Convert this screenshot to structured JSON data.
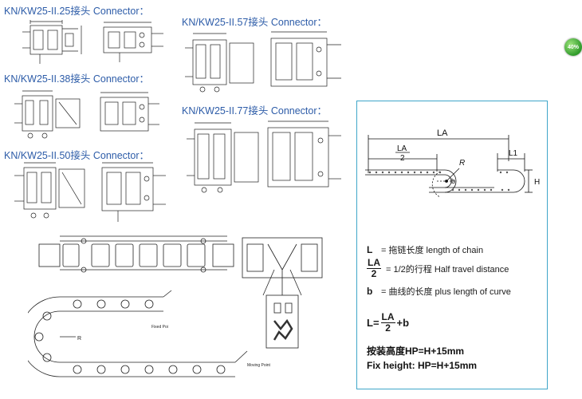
{
  "headings": {
    "h25": "KN/KW25-II.25接头 Connector：",
    "h57": "KN/KW25-II.57接头 Connector：",
    "h38": "KN/KW25-II.38接头 Connector：",
    "h77": "KN/KW25-II.77接头 Connector：",
    "h50": "KN/KW25-II.50接头 Connector："
  },
  "badge": "40%",
  "drawing_labels": {
    "fixed_point": "Fixed Poi",
    "moving_point": "Moving Point",
    "radius": "R"
  },
  "diagram": {
    "la": "LA",
    "la_num": "LA",
    "la_den": "2",
    "l1": "L1",
    "r": "R",
    "b": "b",
    "h": "H"
  },
  "legend": {
    "l_sym": "L",
    "l_text": "= 拖链长度  length of chain",
    "la_num": "LA",
    "la_den": "2",
    "la_text": "= 1/2的行程  Half travel distance",
    "b_sym": "b",
    "b_text": "= 曲线的长度  plus length of curve",
    "formula_prefix": "L=",
    "formula_num": "LA",
    "formula_den": "2",
    "formula_suffix": "+b",
    "install_cn": "按装高度HP=H+15mm",
    "install_en": "Fix height: HP=H+15mm"
  }
}
